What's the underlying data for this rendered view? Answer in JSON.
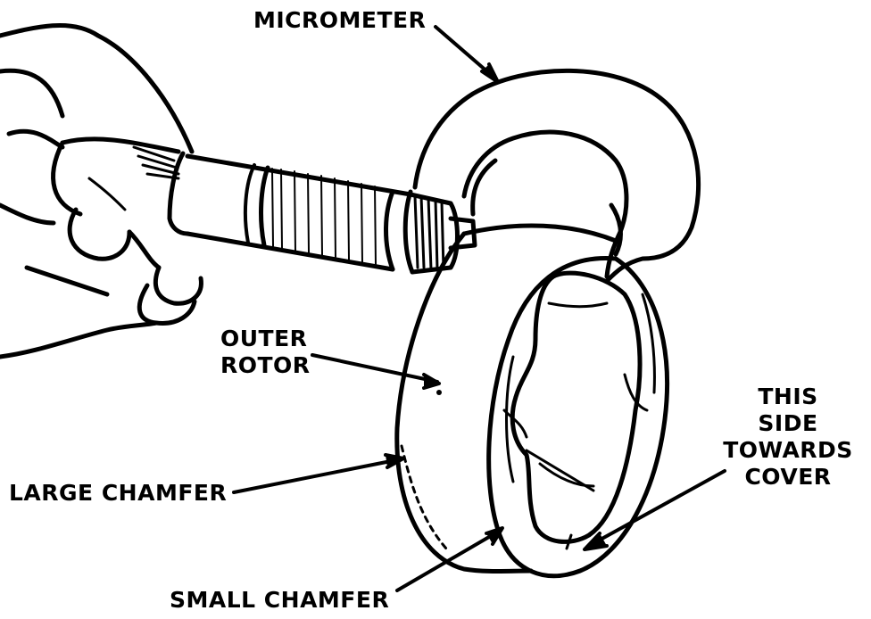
{
  "labels": {
    "micrometer": "MICROMETER",
    "outer_rotor": [
      "OUTER",
      "ROTOR"
    ],
    "this_side": [
      "THIS",
      "SIDE",
      "TOWARDS",
      "COVER"
    ],
    "large_chamfer": "LARGE CHAMFER",
    "small_chamfer": "SMALL CHAMFER"
  },
  "colors": {
    "ink": "#000000",
    "paper": "#ffffff"
  }
}
